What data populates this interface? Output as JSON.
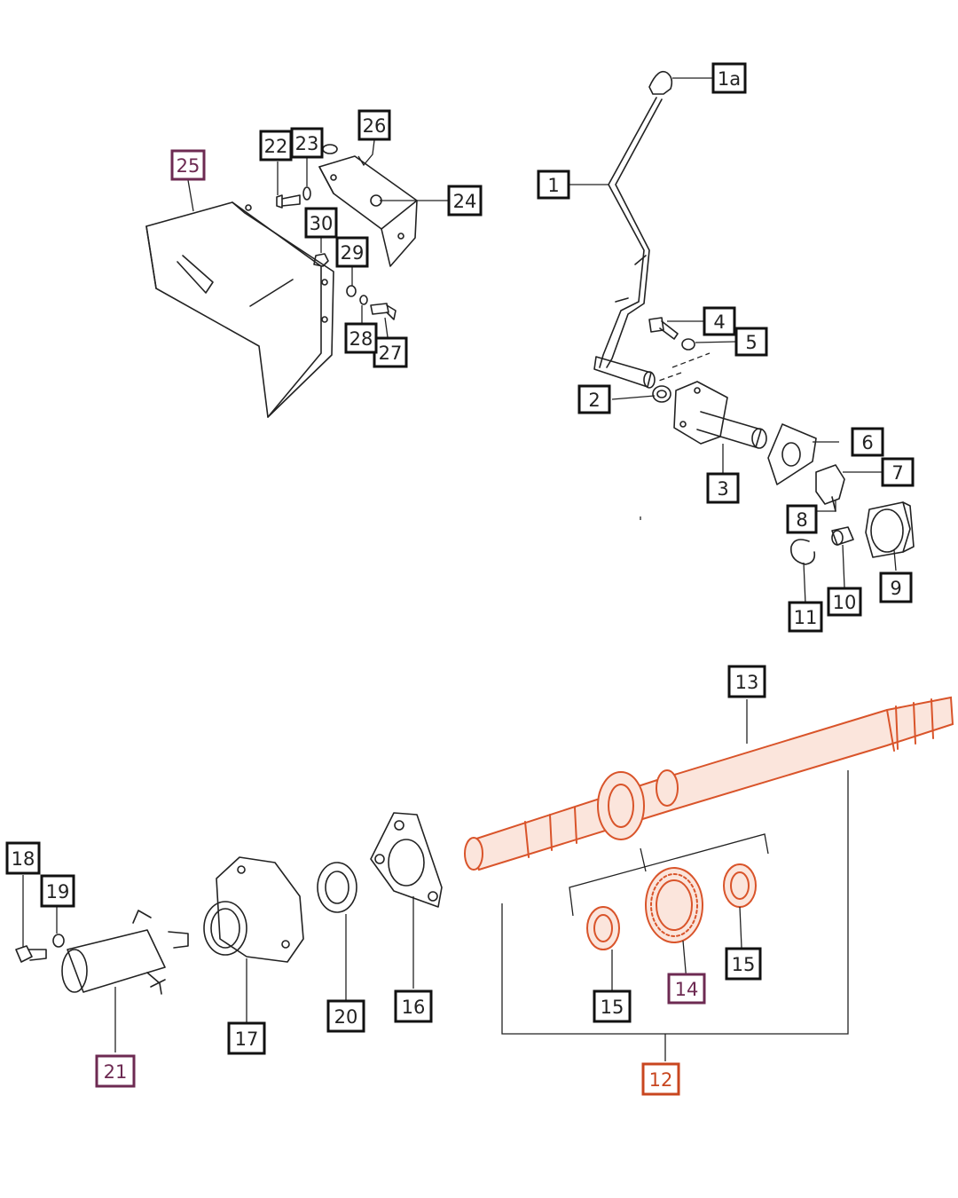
{
  "colors": {
    "default_box": "#111111",
    "highlight_purple": "#6d2a52",
    "highlight_red": "#c8461f",
    "part_stroke": "#222222",
    "red_part_stroke": "#d9542a"
  },
  "callouts": [
    {
      "id": "c1a",
      "text": "1a",
      "style": "default"
    },
    {
      "id": "c1",
      "text": "1",
      "style": "default"
    },
    {
      "id": "c2",
      "text": "2",
      "style": "default"
    },
    {
      "id": "c3",
      "text": "3",
      "style": "default"
    },
    {
      "id": "c4",
      "text": "4",
      "style": "default"
    },
    {
      "id": "c5",
      "text": "5",
      "style": "default"
    },
    {
      "id": "c6",
      "text": "6",
      "style": "default"
    },
    {
      "id": "c7",
      "text": "7",
      "style": "default"
    },
    {
      "id": "c8",
      "text": "8",
      "style": "default"
    },
    {
      "id": "c9",
      "text": "9",
      "style": "default"
    },
    {
      "id": "c10",
      "text": "10",
      "style": "default"
    },
    {
      "id": "c11",
      "text": "11",
      "style": "default"
    },
    {
      "id": "c12",
      "text": "12",
      "style": "red"
    },
    {
      "id": "c13",
      "text": "13",
      "style": "default"
    },
    {
      "id": "c14",
      "text": "14",
      "style": "purple"
    },
    {
      "id": "c15a",
      "text": "15",
      "style": "default"
    },
    {
      "id": "c15b",
      "text": "15",
      "style": "default"
    },
    {
      "id": "c16",
      "text": "16",
      "style": "default"
    },
    {
      "id": "c17",
      "text": "17",
      "style": "default"
    },
    {
      "id": "c18",
      "text": "18",
      "style": "default"
    },
    {
      "id": "c19",
      "text": "19",
      "style": "default"
    },
    {
      "id": "c20",
      "text": "20",
      "style": "default"
    },
    {
      "id": "c21",
      "text": "21",
      "style": "purple"
    },
    {
      "id": "c22",
      "text": "22",
      "style": "default"
    },
    {
      "id": "c23",
      "text": "23",
      "style": "default"
    },
    {
      "id": "c24",
      "text": "24",
      "style": "default"
    },
    {
      "id": "c25",
      "text": "25",
      "style": "purple"
    },
    {
      "id": "c26",
      "text": "26",
      "style": "default"
    },
    {
      "id": "c27",
      "text": "27",
      "style": "default"
    },
    {
      "id": "c28",
      "text": "28",
      "style": "default"
    },
    {
      "id": "c29",
      "text": "29",
      "style": "default"
    },
    {
      "id": "c30",
      "text": "30",
      "style": "default"
    }
  ]
}
